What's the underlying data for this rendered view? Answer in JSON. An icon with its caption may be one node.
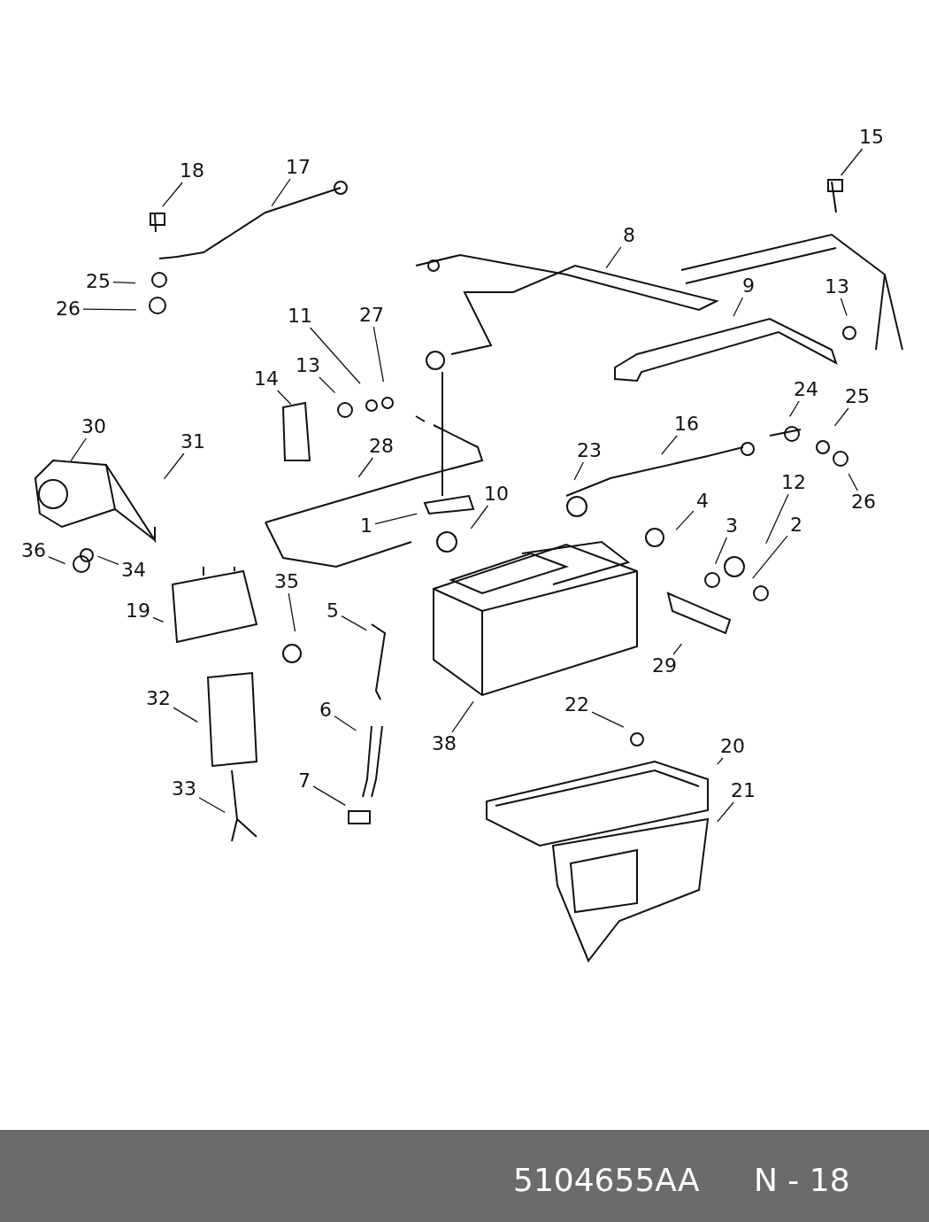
{
  "diagram": {
    "nodes": [
      {
        "text": [
          "15"
        ]
      },
      {
        "text": [
          "18"
        ]
      },
      {
        "text": [
          "17"
        ]
      },
      {
        "text": [
          "8"
        ]
      },
      {
        "text": [
          "25"
        ]
      },
      {
        "text": [
          "26"
        ]
      },
      {
        "text": [
          "9"
        ]
      },
      {
        "text": [
          "13"
        ]
      },
      {
        "text": [
          "11"
        ]
      },
      {
        "text": [
          "27"
        ]
      },
      {
        "text": [
          "13"
        ]
      },
      {
        "text": [
          "14"
        ]
      },
      {
        "text": [
          "30"
        ]
      },
      {
        "text": [
          "31"
        ]
      },
      {
        "text": [
          "28"
        ]
      },
      {
        "text": [
          "24"
        ]
      },
      {
        "text": [
          "25"
        ]
      },
      {
        "text": [
          "16"
        ]
      },
      {
        "text": [
          "23"
        ]
      },
      {
        "text": [
          "10"
        ]
      },
      {
        "text": [
          "12"
        ]
      },
      {
        "text": [
          "26"
        ]
      },
      {
        "text": [
          "1"
        ]
      },
      {
        "text": [
          "4"
        ]
      },
      {
        "text": [
          "3"
        ]
      },
      {
        "text": [
          "2"
        ]
      },
      {
        "text": [
          "36"
        ]
      },
      {
        "text": [
          "34"
        ]
      },
      {
        "text": [
          "35"
        ]
      },
      {
        "text": [
          "5"
        ]
      },
      {
        "text": [
          "19"
        ]
      },
      {
        "text": [
          "29"
        ]
      },
      {
        "text": [
          "32"
        ]
      },
      {
        "text": [
          "6"
        ]
      },
      {
        "text": [
          "38"
        ]
      },
      {
        "text": [
          "22"
        ]
      },
      {
        "text": [
          "20"
        ]
      },
      {
        "text": [
          "21"
        ]
      },
      {
        "text": [
          "7"
        ]
      },
      {
        "text": [
          "33"
        ]
      }
    ],
    "edges": [
      {
        "from": 0,
        "to": null,
        "arrow": "none"
      },
      {
        "from": 1,
        "to": null,
        "arrow": "none"
      },
      {
        "from": 2,
        "to": null,
        "arrow": "none"
      },
      {
        "from": 3,
        "to": null,
        "arrow": "none"
      },
      {
        "from": 4,
        "to": null,
        "arrow": "none"
      },
      {
        "from": 5,
        "to": null,
        "arrow": "none"
      },
      {
        "from": 6,
        "to": null,
        "arrow": "none"
      },
      {
        "from": 7,
        "to": null,
        "arrow": "none"
      },
      {
        "from": 8,
        "to": null,
        "arrow": "none"
      },
      {
        "from": 9,
        "to": null,
        "arrow": "none"
      },
      {
        "from": 10,
        "to": null,
        "arrow": "none"
      },
      {
        "from": 11,
        "to": null,
        "arrow": "none"
      },
      {
        "from": 12,
        "to": null,
        "arrow": "none"
      },
      {
        "from": 13,
        "to": null,
        "arrow": "none"
      },
      {
        "from": 14,
        "to": null,
        "arrow": "none"
      },
      {
        "from": 15,
        "to": null,
        "arrow": "none"
      },
      {
        "from": 16,
        "to": null,
        "arrow": "none"
      },
      {
        "from": 17,
        "to": null,
        "arrow": "none"
      },
      {
        "from": 18,
        "to": null,
        "arrow": "none"
      },
      {
        "from": 19,
        "to": null,
        "arrow": "none"
      },
      {
        "from": 20,
        "to": null,
        "arrow": "none"
      },
      {
        "from": 21,
        "to": null,
        "arrow": "none"
      },
      {
        "from": 22,
        "to": null,
        "arrow": "none"
      },
      {
        "from": 23,
        "to": null,
        "arrow": "none"
      },
      {
        "from": 24,
        "to": null,
        "arrow": "none"
      },
      {
        "from": 25,
        "to": null,
        "arrow": "none"
      },
      {
        "from": 26,
        "to": null,
        "arrow": "none"
      },
      {
        "from": 27,
        "to": null,
        "arrow": "none"
      },
      {
        "from": 28,
        "to": null,
        "arrow": "none"
      },
      {
        "from": 29,
        "to": null,
        "arrow": "none"
      },
      {
        "from": 30,
        "to": null,
        "arrow": "none"
      },
      {
        "from": 31,
        "to": null,
        "arrow": "none"
      },
      {
        "from": 32,
        "to": null,
        "arrow": "none"
      },
      {
        "from": 33,
        "to": null,
        "arrow": "none"
      },
      {
        "from": 34,
        "to": null,
        "arrow": "none"
      },
      {
        "from": 35,
        "to": null,
        "arrow": "none"
      },
      {
        "from": 36,
        "to": null,
        "arrow": "none"
      },
      {
        "from": 37,
        "to": null,
        "arrow": "none"
      },
      {
        "from": 38,
        "to": null,
        "arrow": "none"
      },
      {
        "from": 39,
        "to": null,
        "arrow": "none"
      }
    ],
    "labels": [
      "5104655AA",
      "N - 18"
    ]
  }
}
